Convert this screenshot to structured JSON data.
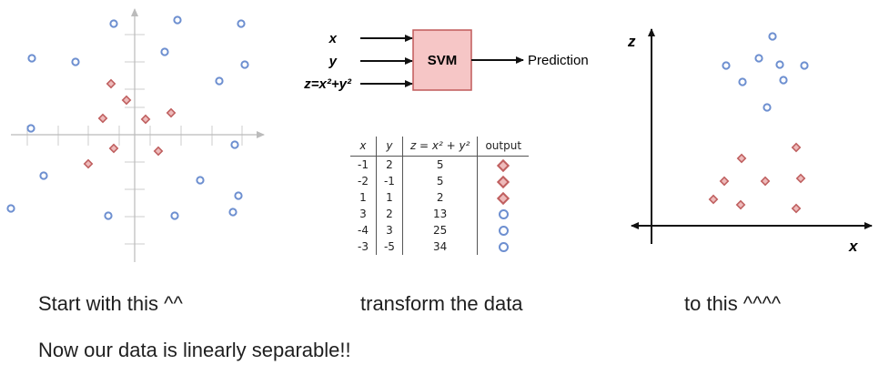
{
  "captions": {
    "start": "Start with this ^^",
    "transform": "transform the data",
    "to_this": "to this ^^^^",
    "conclusion": "Now our data is linearly separable!!"
  },
  "svm_diagram": {
    "inputs": [
      "x",
      "y",
      "z=x²+y²"
    ],
    "box_label": "SVM",
    "output_label": "Prediction"
  },
  "table": {
    "headers": [
      "x",
      "y",
      "z = x² + y²",
      "output"
    ],
    "rows": [
      {
        "x": "-1",
        "y": "2",
        "z": "5",
        "output": "diamond"
      },
      {
        "x": "-2",
        "y": "-1",
        "z": "5",
        "output": "diamond"
      },
      {
        "x": "1",
        "y": "1",
        "z": "2",
        "output": "diamond"
      },
      {
        "x": "3",
        "y": "2",
        "z": "13",
        "output": "circle"
      },
      {
        "x": "-4",
        "y": "3",
        "z": "25",
        "output": "circle"
      },
      {
        "x": "-3",
        "y": "-5",
        "z": "34",
        "output": "circle"
      }
    ]
  },
  "right_plot": {
    "axis_x_label": "x",
    "axis_z_label": "z"
  },
  "colors": {
    "circle_stroke": "#6d8fd0",
    "diamond_stroke": "#c06060",
    "diamond_fill": "#eebbbb",
    "svm_box_fill": "#f6c6c6",
    "svm_box_stroke": "#c05a5a"
  }
}
